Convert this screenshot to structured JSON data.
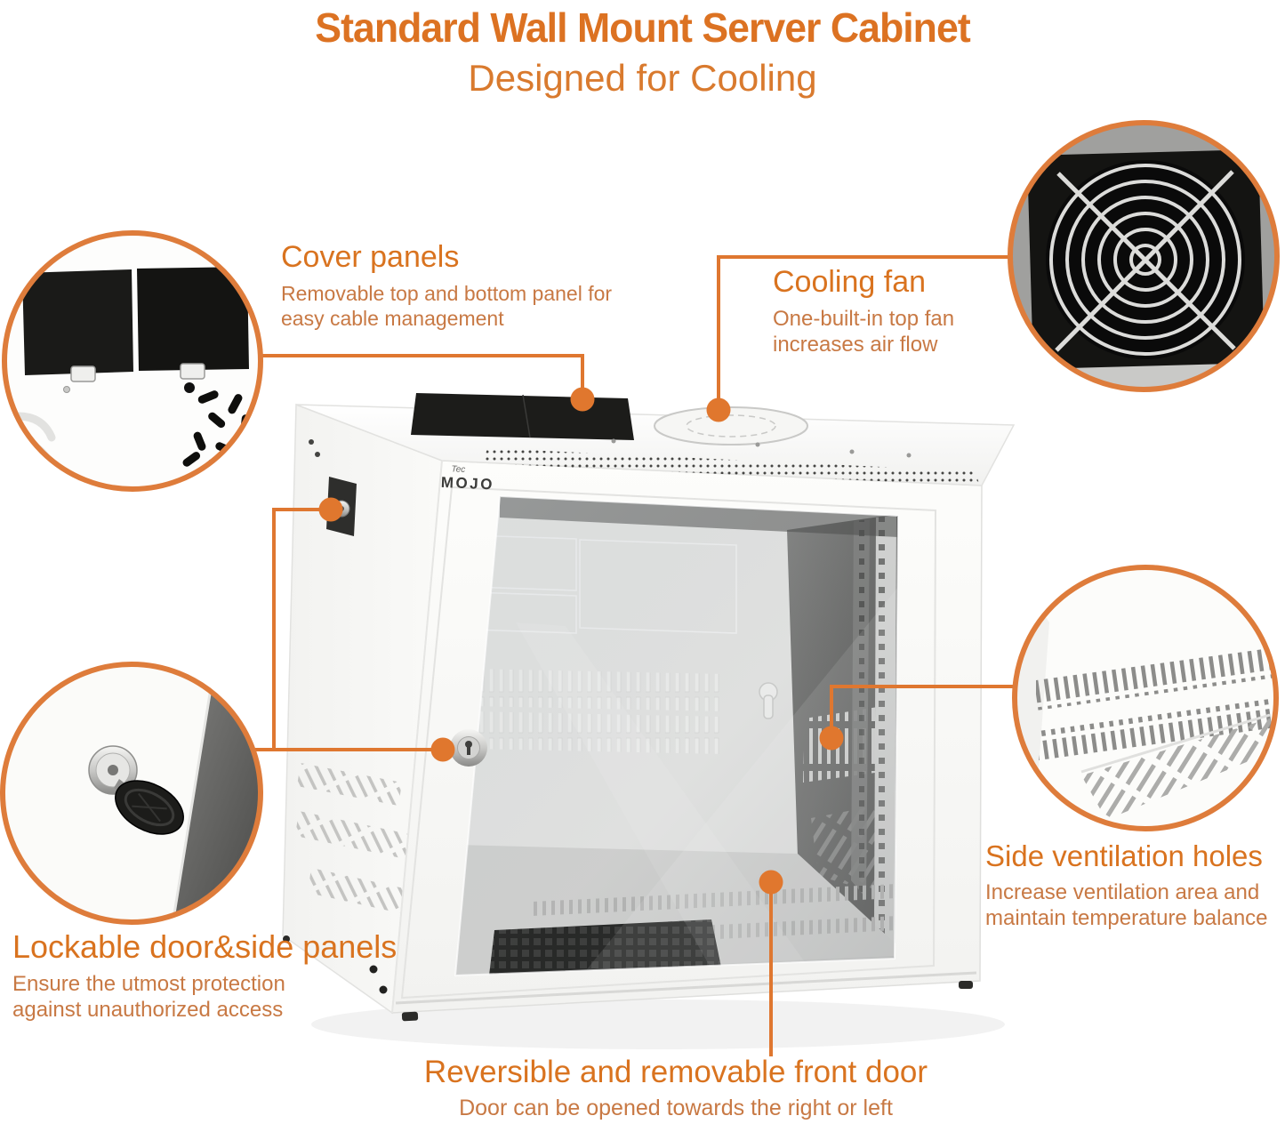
{
  "header": {
    "title": "Standard Wall Mount Server Cabinet",
    "subtitle": "Designed for Cooling"
  },
  "brand": {
    "logo_top": "Tec",
    "logo_main": "MOJO"
  },
  "accent_colors": {
    "heading_orange": "#D9731F",
    "body_orange": "#C87944",
    "connector_orange": "#DF7730",
    "ring_orange": "#DE7C3B",
    "title_orange": "#DC7222"
  },
  "callouts": {
    "cover_panels": {
      "heading": "Cover panels",
      "body": "Removable top and bottom panel for\neasy cable management"
    },
    "cooling_fan": {
      "heading": "Cooling fan",
      "body": "One-built-in top fan\nincreases air flow"
    },
    "side_ventilation": {
      "heading": "Side ventilation holes",
      "body": "Increase ventilation area and\nmaintain temperature balance"
    },
    "lockable_door": {
      "heading": "Lockable door&side panels",
      "body": "Ensure the utmost protection\nagainst unauthorized access"
    },
    "front_door": {
      "heading": "Reversible and removable front door",
      "body": "Door can be opened towards the right or left"
    }
  }
}
